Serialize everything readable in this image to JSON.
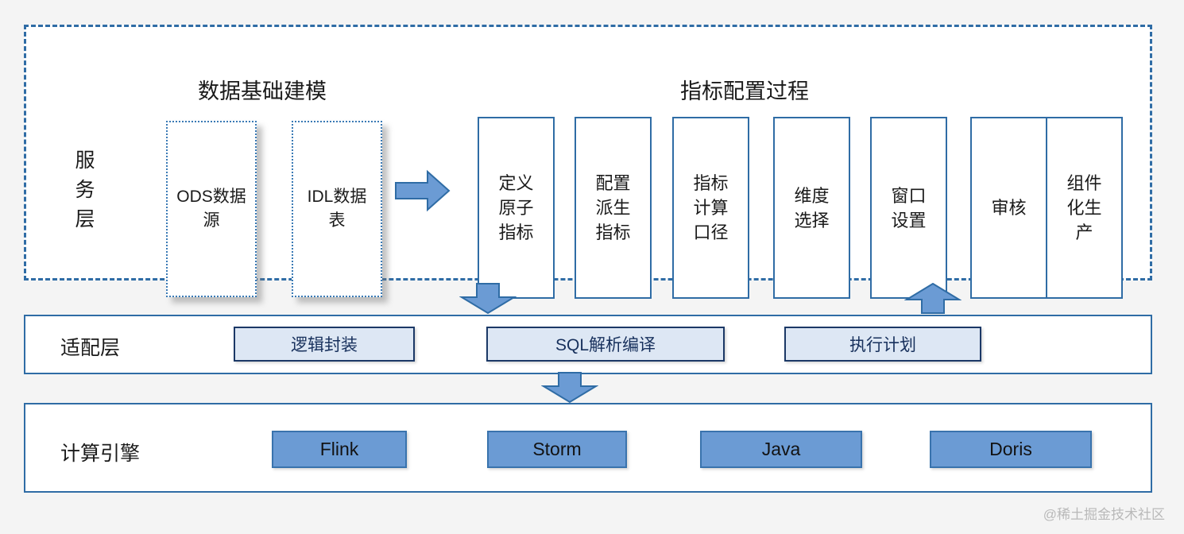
{
  "diagram": {
    "watermark": "@稀土掘金技术社区",
    "colors": {
      "dashed_border": "#2f6ca5",
      "solid_border": "#2f6ca5",
      "dotted_border": "#3a7ab5",
      "adapter_fill": "#dde7f4",
      "adapter_border": "#1b3866",
      "adapter_text": "#17305c",
      "engine_fill": "#6b9bd4",
      "engine_border": "#3973ad",
      "arrow_fill": "#6b9bd4",
      "arrow_border": "#2f6ca5",
      "page_background": "#f4f4f4"
    }
  },
  "service_layer": {
    "label_chars": [
      "服",
      "务",
      "层"
    ],
    "titles": {
      "modeling": "数据基础建模",
      "config": "指标配置过程"
    },
    "sources": [
      {
        "label": "ODS数据源"
      },
      {
        "label": "IDL数据表"
      }
    ],
    "process_steps": [
      {
        "label": "定义原子指标"
      },
      {
        "label": "配置派生指标"
      },
      {
        "label": "指标计算口径"
      },
      {
        "label": "维度选择"
      },
      {
        "label": "窗口设置"
      },
      {
        "label": "审核"
      },
      {
        "label": "组件化生产"
      }
    ]
  },
  "adapter_layer": {
    "label": "适配层",
    "items": [
      {
        "label": "逻辑封装"
      },
      {
        "label": "SQL解析编译"
      },
      {
        "label": "执行计划"
      }
    ]
  },
  "compute_layer": {
    "label": "计算引擎",
    "engines": [
      {
        "label": "Flink"
      },
      {
        "label": "Storm"
      },
      {
        "label": "Java"
      },
      {
        "label": "Doris"
      }
    ]
  },
  "arrows": [
    {
      "name": "modeling-to-config",
      "direction": "right"
    },
    {
      "name": "service-to-adapter",
      "direction": "down"
    },
    {
      "name": "adapter-to-service",
      "direction": "up"
    },
    {
      "name": "adapter-to-compute",
      "direction": "down"
    }
  ]
}
